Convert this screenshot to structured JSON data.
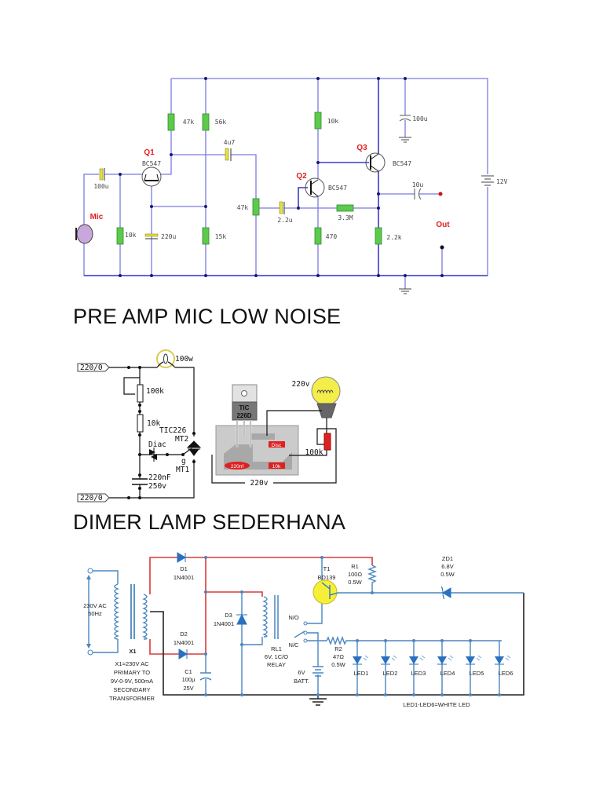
{
  "headings": {
    "preamp": "PRE AMP MIC LOW NOISE",
    "dimmer": "DIMER LAMP SEDERHANA"
  },
  "colors": {
    "wire_blue": "#7b7be0",
    "resistor_green": "#5ccb4c",
    "label_red": "#e02020",
    "lamp_yellow": "#f3ee4a",
    "wire_red": "#d83a3a"
  },
  "preamp_circuit": {
    "labels": [
      "Q1",
      "BC547",
      "100u",
      "Mic",
      "10k",
      "220u",
      "47k",
      "56k",
      "4u7",
      "15k",
      "47k",
      "2.2u",
      "Q2",
      "BC547",
      "10k",
      "3.3M",
      "470",
      "Q3",
      "BC547",
      "100u",
      "10u",
      "Out",
      "2.2k",
      "12V"
    ]
  },
  "dimmer_circuit": {
    "labels": [
      "220/0",
      "220/0",
      "100w",
      "100k",
      "10k",
      "TIC226",
      "MT2",
      "Diac",
      "g",
      "MT1",
      "220nF",
      "250v"
    ],
    "board_labels": [
      "TIC",
      "226D",
      "Disc",
      "220nf",
      "10k",
      "220v",
      "100k",
      "220v"
    ]
  },
  "led_circuit": {
    "labels": [
      "230V AC",
      "50Hz",
      "X1",
      "D1",
      "1N4001",
      "D2",
      "1N4001",
      "D3",
      "1N4001",
      "T1",
      "BD139",
      "R1",
      "100Ω",
      "0.5W",
      "ZD1",
      "6.8V",
      "0.5W",
      "N/O",
      "N/C",
      "RL1",
      "6V, 1C/O",
      "RELAY",
      "6V",
      "BATT.",
      "C1",
      "100µ",
      "25V",
      "R2",
      "47Ω",
      "0.5W",
      "X1=230V AC",
      "PRIMARY TO",
      "9V-0-9V, 500mA",
      "SECONDARY",
      "TRANSFORMER",
      "LED1",
      "LED2",
      "LED3",
      "LED4",
      "LED5",
      "LED6",
      "LED1-LED6=WHITE LED"
    ]
  }
}
